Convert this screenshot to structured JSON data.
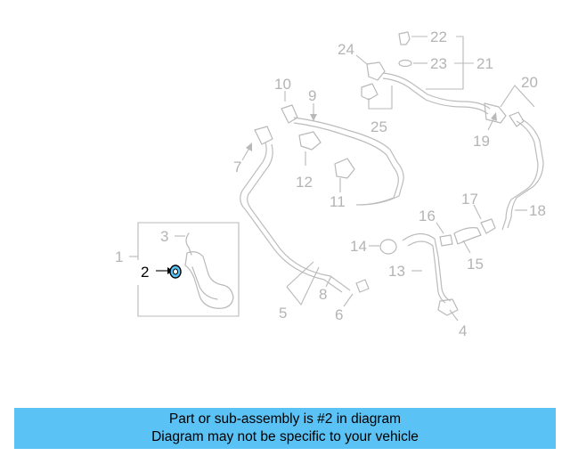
{
  "diagram": {
    "highlighted_part": "2",
    "callouts": [
      "1",
      "2",
      "3",
      "4",
      "5",
      "6",
      "7",
      "8",
      "9",
      "10",
      "11",
      "12",
      "13",
      "14",
      "15",
      "16",
      "17",
      "18",
      "19",
      "20",
      "21",
      "22",
      "23",
      "24",
      "25"
    ]
  },
  "caption": {
    "line1": "Part or sub-assembly is #2 in diagram",
    "line2": "Diagram may not be specific to your vehicle",
    "background": "#5bc2f5"
  },
  "colors": {
    "parts": "#b9b9b9",
    "highlight": "#000000",
    "focus_part_fill": "#5bc2f5"
  }
}
